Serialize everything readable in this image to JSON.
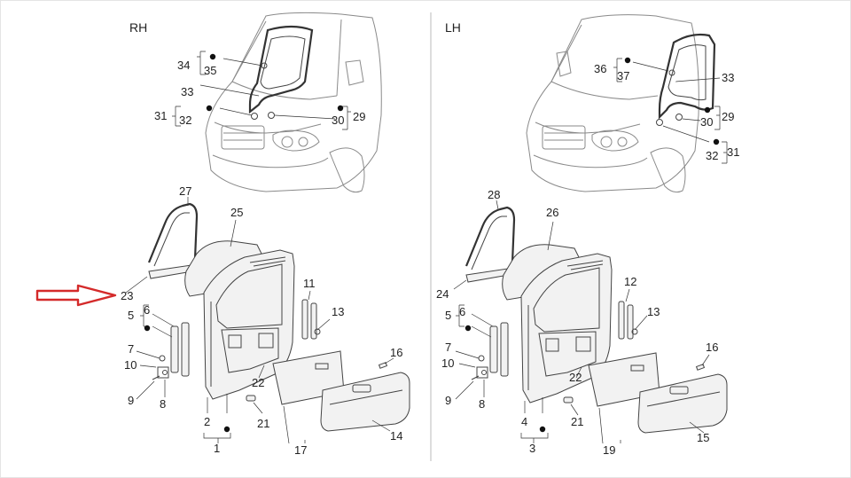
{
  "panels": {
    "rh": {
      "title": "RH"
    },
    "lh": {
      "title": "LH"
    }
  },
  "labels": {
    "rh": {
      "n34": "34",
      "n35": "35",
      "n33": "33",
      "n31": "31",
      "n32": "32",
      "n30": "30",
      "n29": "29",
      "n27": "27",
      "n25": "25",
      "n23": "23",
      "n5": "5",
      "n6": "6",
      "n7": "7",
      "n10": "10",
      "n9": "9",
      "n8": "8",
      "n2": "2",
      "n1": "1",
      "n11": "11",
      "n13": "13",
      "n22": "22",
      "n21": "21",
      "n17": "17",
      "n16": "16",
      "n14": "14"
    },
    "lh": {
      "n36": "36",
      "n37": "37",
      "n33": "33",
      "n30": "30",
      "n29": "29",
      "n32": "32",
      "n31": "31",
      "n28": "28",
      "n26": "26",
      "n24": "24",
      "n5": "5",
      "n6": "6",
      "n7": "7",
      "n10": "10",
      "n9": "9",
      "n8": "8",
      "n4": "4",
      "n3": "3",
      "n12": "12",
      "n13": "13",
      "n22": "22",
      "n21": "21",
      "n19": "19",
      "n16": "16",
      "n15": "15"
    }
  },
  "colors": {
    "pointer_arrow": "#d42a2a",
    "line": "#444444",
    "vehicle_outline": "#8a8a8a"
  },
  "icons": {
    "pointer": "right-arrow-outline",
    "marker": "filled-dot"
  }
}
